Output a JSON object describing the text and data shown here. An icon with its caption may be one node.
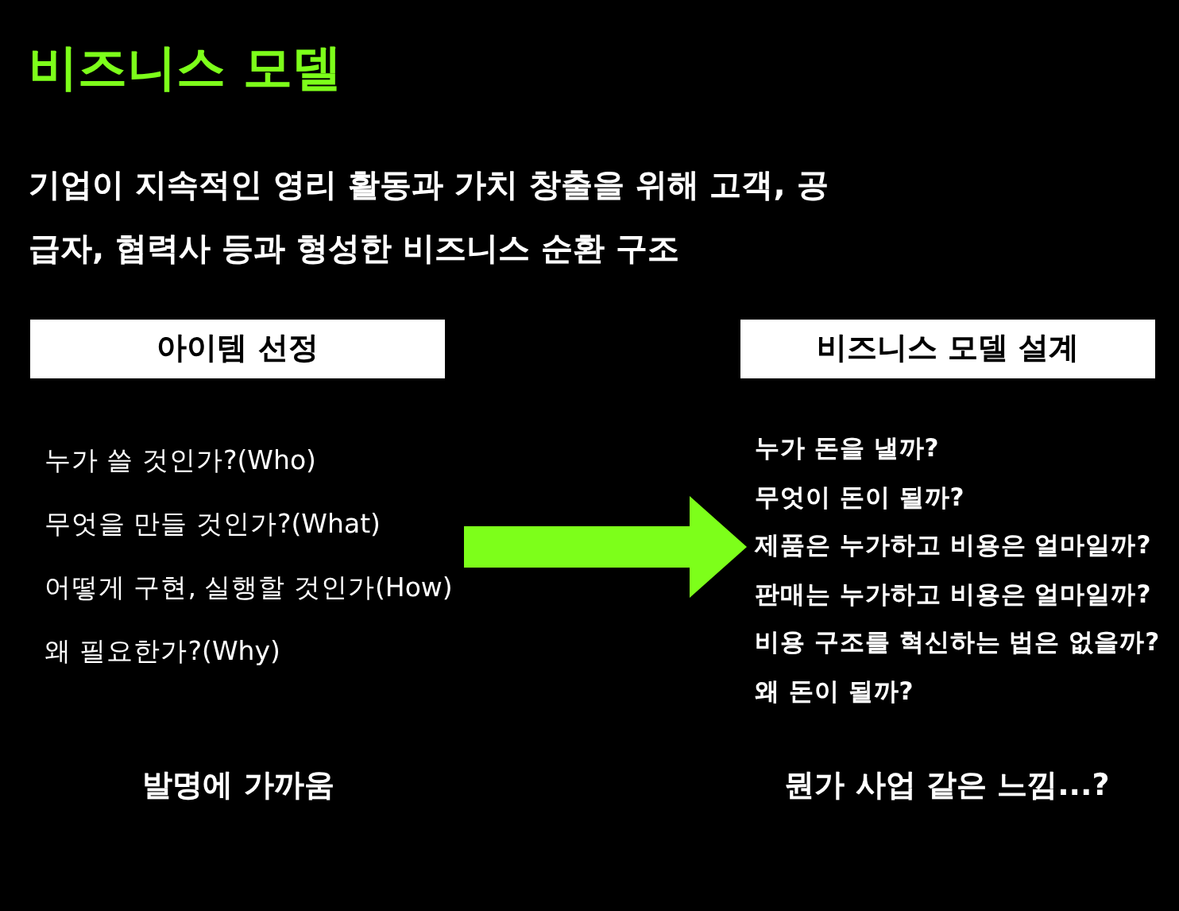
{
  "diagram": {
    "title": "비즈니스 모델",
    "nodes": [
      {
        "text": [
          "아이템 선정"
        ]
      },
      {
        "text": [
          "누가 쓸 것인가?(Who)",
          "무엇을 만들 것인가?(What)",
          "어떻게 구현, 실행할 것인가(How)",
          "왜 필요한가?(Why)"
        ]
      },
      {
        "text": [
          "비즈니스 모델 설계"
        ]
      },
      {
        "text": [
          "누가 돈을 낼까?",
          "무엇이 돈이 될까?",
          "제품은 누가하고 비용은 얼마일까?",
          "판매는 누가하고 비용은 얼마일까?",
          "비용 구조를 혁신하는 법은 없을까?",
          "왜 돈이 될까?"
        ]
      }
    ],
    "edges": [
      {
        "from": 1,
        "to": 3,
        "arrow": "to"
      }
    ],
    "labels": [
      "기업이 지속적인 영리 활동과 가치 창출을 위해 고객, 공급자, 협력사 등과 형성한 비즈니스 순환 구조",
      "발명에 가까움",
      "뭔가 사업 같은 느낌...?"
    ]
  }
}
